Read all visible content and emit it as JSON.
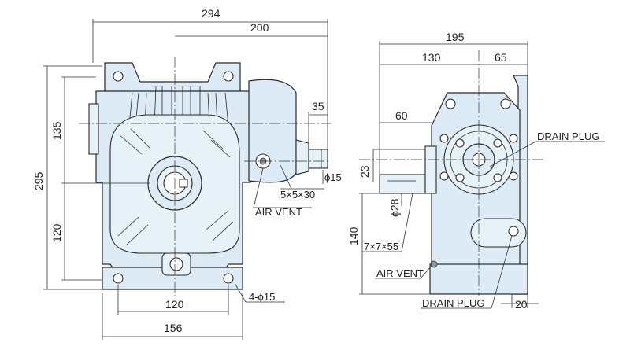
{
  "dimensions": {
    "front_width_overall": "294",
    "front_to_shaft": "200",
    "shaft_ext": "35",
    "height_total": "295",
    "height_upper": "135",
    "height_lower": "120",
    "base_holes_pitch": "120",
    "base_width": "156",
    "shaft_dia": "ϕ15",
    "key": "5×5×30",
    "holes": "4-ϕ15",
    "side_width_overall": "195",
    "side_left": "130",
    "side_right": "65",
    "side_shaft": "60",
    "side_offset": "23",
    "side_height": "140",
    "side_shaft_dia": "ϕ28",
    "side_key": "7×7×55",
    "side_base": "20"
  },
  "labels": {
    "air_vent_front": "AIR VENT",
    "air_vent_side": "AIR VENT",
    "drain_plug_top": "DRAIN PLUG",
    "drain_plug_bottom": "DRAIN PLUG"
  },
  "colors": {
    "body": "#dcebf5",
    "outline": "#2a2a2a"
  }
}
